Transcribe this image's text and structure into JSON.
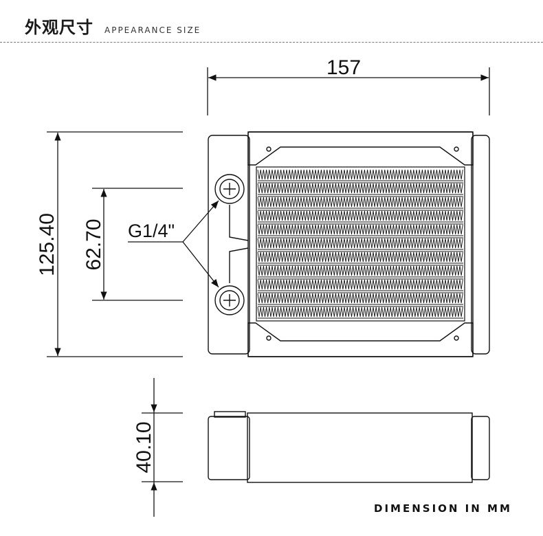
{
  "header": {
    "title_cn": "外观尺寸",
    "title_en": "APPEARANCE SIZE"
  },
  "dimensions": {
    "width": "157",
    "height": "125.40",
    "port_spacing": "62.70",
    "thickness": "40.10"
  },
  "port_label": "G1/4\"",
  "footer": "DIMENSION IN MM"
}
